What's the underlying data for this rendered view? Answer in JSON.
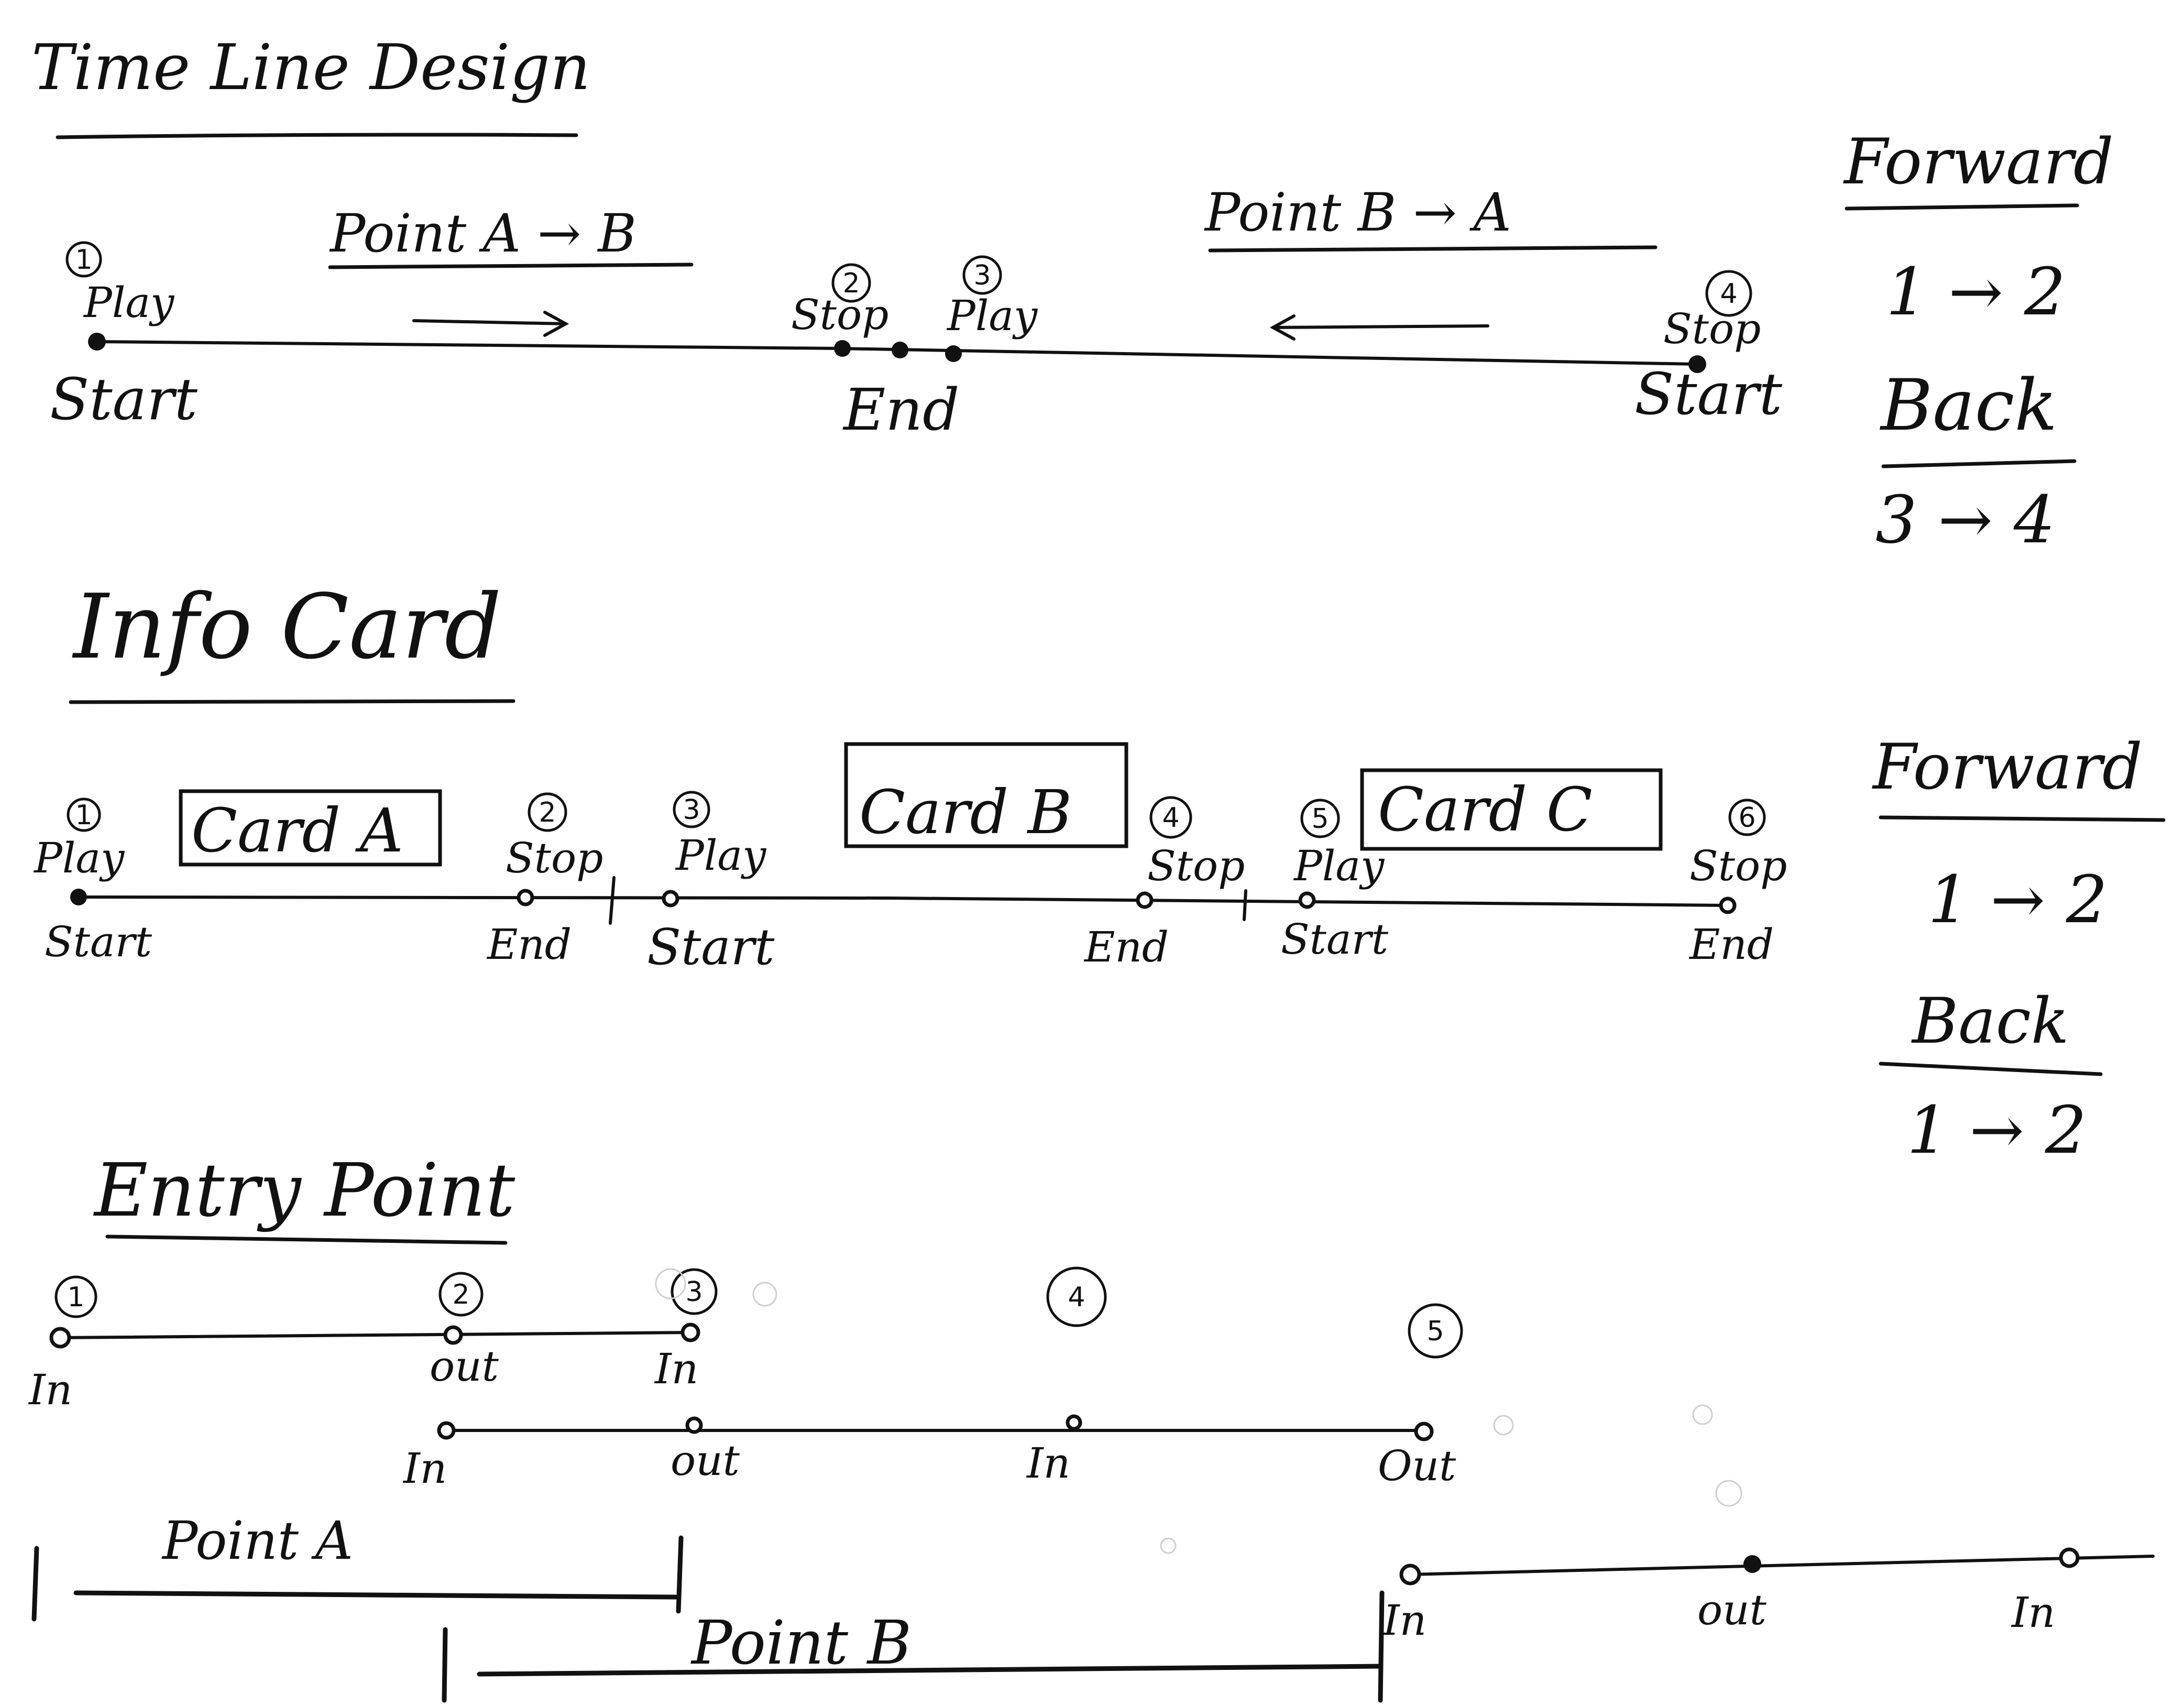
{
  "title": "Time Line Design",
  "timeline": {
    "label_ab": "Point A → B",
    "label_ba": "Point B → A",
    "markers": [
      {
        "num": "1",
        "action": "Play",
        "role": "Start"
      },
      {
        "num": "2",
        "action": "Stop",
        "role": "End"
      },
      {
        "num": "3",
        "action": "Play",
        "role": ""
      },
      {
        "num": "4",
        "action": "Stop",
        "role": "Start"
      }
    ],
    "forward_title": "Forward",
    "forward_seq": "1 → 2",
    "back_title": "Back",
    "back_seq": "3 → 4"
  },
  "info_card": {
    "title": "Info Card",
    "cards": [
      "Card A",
      "Card B",
      "Card C"
    ],
    "markers": [
      {
        "num": "1",
        "action": "Play",
        "role": "Start"
      },
      {
        "num": "2",
        "action": "Stop",
        "role": "End"
      },
      {
        "num": "3",
        "action": "Play",
        "role": "Start"
      },
      {
        "num": "4",
        "action": "Stop",
        "role": "End"
      },
      {
        "num": "5",
        "action": "Play",
        "role": "Start"
      },
      {
        "num": "6",
        "action": "Stop",
        "role": "End"
      }
    ],
    "forward_title": "Forward",
    "forward_seq": "1 → 2",
    "back_title": "Back",
    "back_seq": "1 → 2"
  },
  "entry_point": {
    "title": "Entry Point",
    "numbers": [
      "1",
      "2",
      "3",
      "4",
      "5"
    ],
    "row1_labels": [
      "In",
      "out",
      "In"
    ],
    "row2_labels": [
      "In",
      "out",
      "In",
      "Out"
    ],
    "point_a": "Point A",
    "point_b": "Point B",
    "row3_labels": [
      "In",
      "out",
      "In"
    ]
  }
}
